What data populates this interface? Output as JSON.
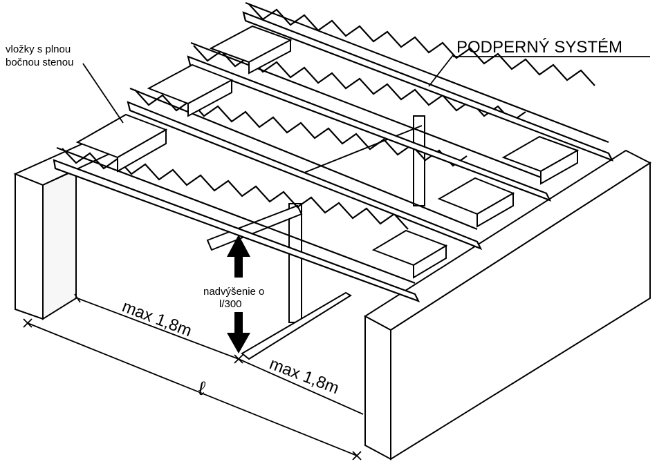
{
  "labels": {
    "insert_line1": "vložky s plnou",
    "insert_line2": "bočnou stenou",
    "support_system": "PODPERNÝ SYSTÉM",
    "camber_line1": "nadvýšenie o",
    "camber_line2": "l/300",
    "span_max_left": "max 1,8m",
    "span_max_right": "max 1,8m",
    "span_total": "ℓ"
  }
}
